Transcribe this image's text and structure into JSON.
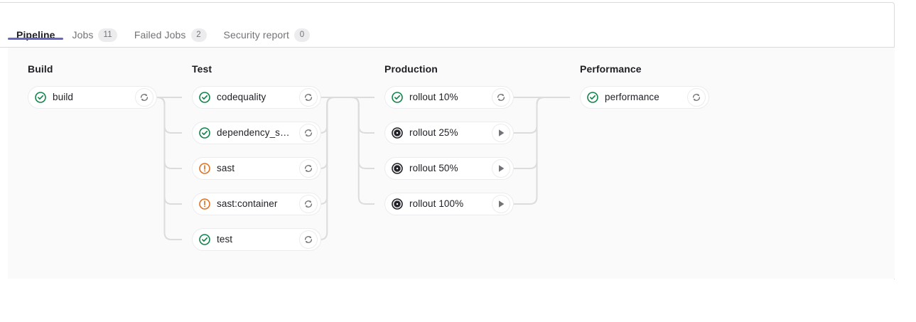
{
  "tabs": [
    {
      "label": "Pipeline",
      "badge": null,
      "active": true,
      "name": "tab-pipeline"
    },
    {
      "label": "Jobs",
      "badge": "11",
      "active": false,
      "name": "tab-jobs"
    },
    {
      "label": "Failed Jobs",
      "badge": "2",
      "active": false,
      "name": "tab-failed-jobs"
    },
    {
      "label": "Security report",
      "badge": "0",
      "active": false,
      "name": "tab-security-report"
    }
  ],
  "colors": {
    "accent": "#6666c4",
    "success": "#108548",
    "warning": "#e17223",
    "manual": "#1f1e24",
    "action": "#737278",
    "edge": "#dcdcde",
    "graph_bg": "#fafafa"
  },
  "stages": [
    {
      "title": "Build",
      "jobs": [
        {
          "name": "build",
          "status": "success",
          "action": "retry"
        }
      ]
    },
    {
      "title": "Test",
      "jobs": [
        {
          "name": "codequality",
          "status": "success",
          "action": "retry"
        },
        {
          "name": "dependency_s…",
          "status": "success",
          "action": "retry"
        },
        {
          "name": "sast",
          "status": "warning",
          "action": "retry"
        },
        {
          "name": "sast:container",
          "status": "warning",
          "action": "retry"
        },
        {
          "name": "test",
          "status": "success",
          "action": "retry"
        }
      ]
    },
    {
      "title": "Production",
      "jobs": [
        {
          "name": "rollout 10%",
          "status": "success",
          "action": "retry"
        },
        {
          "name": "rollout 25%",
          "status": "manual",
          "action": "play"
        },
        {
          "name": "rollout 50%",
          "status": "manual",
          "action": "play"
        },
        {
          "name": "rollout 100%",
          "status": "manual",
          "action": "play"
        }
      ]
    },
    {
      "title": "Performance",
      "jobs": [
        {
          "name": "performance",
          "status": "success",
          "action": "retry"
        }
      ]
    }
  ]
}
